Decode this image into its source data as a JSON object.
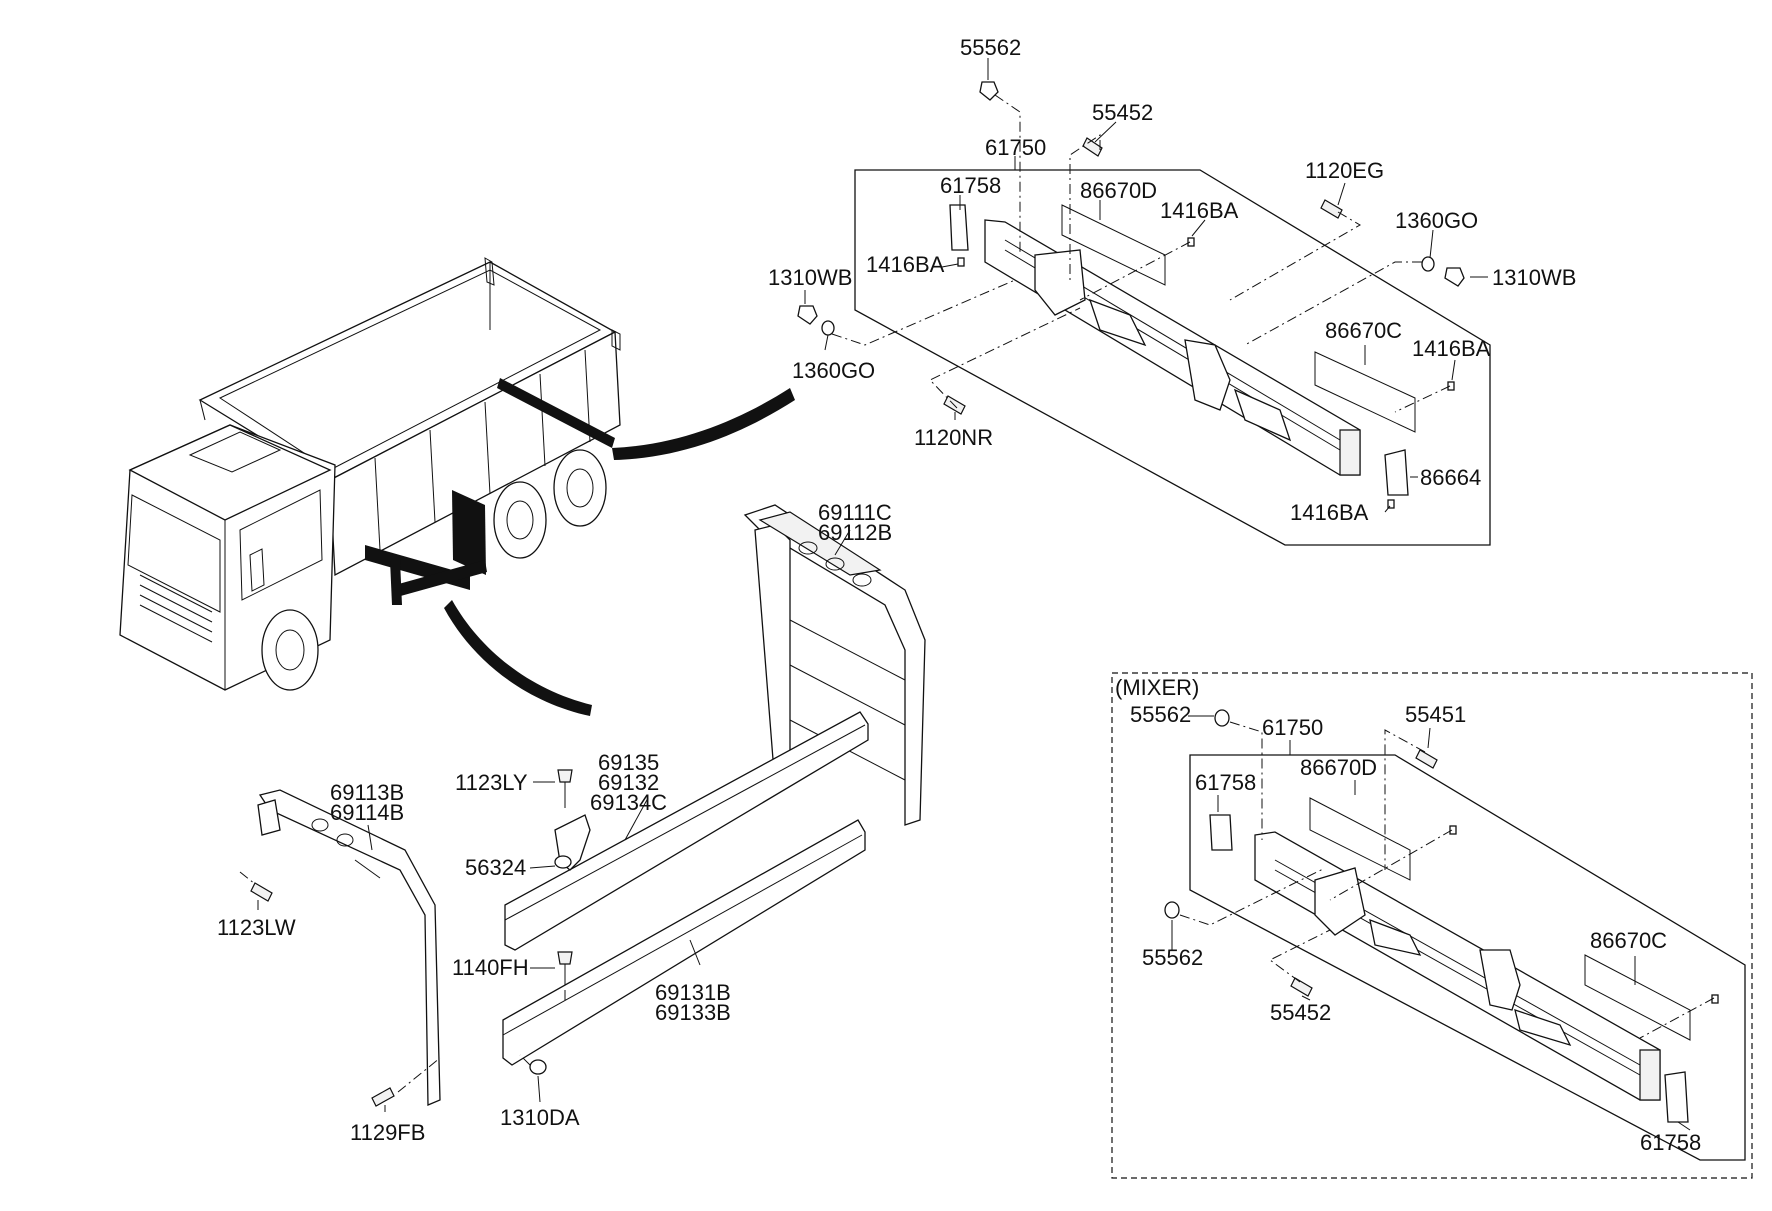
{
  "mixer_label": "(MIXER)",
  "labels": {
    "p55562_top": "55562",
    "p55452_top": "55452",
    "p61750_top": "61750",
    "p61758_top": "61758",
    "p86670d_top": "86670D",
    "p1416ba_a": "1416BA",
    "p1416ba_b": "1416BA",
    "p1120eg": "1120EG",
    "p1360go_r": "1360GO",
    "p1310wb_r": "1310WB",
    "p1310wb_l": "1310WB",
    "p1360go_l": "1360GO",
    "p86670c_top": "86670C",
    "p1416ba_c": "1416BA",
    "p1120nr": "1120NR",
    "p86664": "86664",
    "p1416ba_d": "1416BA",
    "p69111c": "69111C",
    "p69112b": "69112B",
    "p69135": "69135",
    "p69132": "69132",
    "p69134c": "69134C",
    "p1123ly": "1123LY",
    "p56324": "56324",
    "p69113b": "69113B",
    "p69114b": "69114B",
    "p1123lw": "1123LW",
    "p1140fh": "1140FH",
    "p69131b": "69131B",
    "p69133b": "69133B",
    "p1129fb": "1129FB",
    "p1310da": "1310DA",
    "m55562_a": "55562",
    "m61750": "61750",
    "m55451": "55451",
    "m61758_a": "61758",
    "m86670d": "86670D",
    "m55562_b": "55562",
    "m55452": "55452",
    "m86670c": "86670C",
    "m61758_b": "61758"
  }
}
